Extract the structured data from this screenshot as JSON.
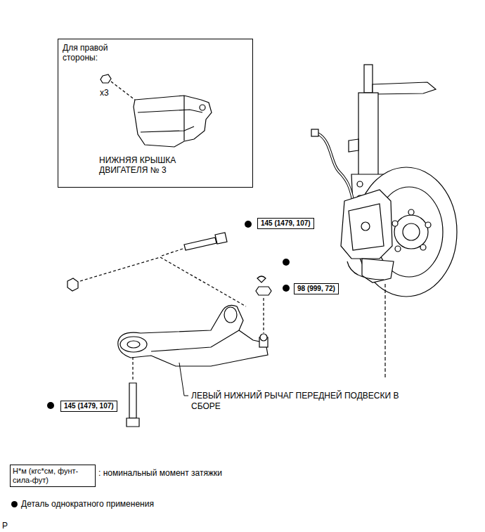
{
  "diagram": {
    "nodes": [
      {
        "text": [
          "Для правой стороны:",
          "x3",
          "НИЖНЯЯ КРЫШКА ДВИГАТЕЛЯ № 3"
        ]
      },
      {
        "text": [
          "145 (1479, 107)"
        ]
      },
      {
        "text": [
          "98 (999, 72)"
        ]
      },
      {
        "text": [
          "145 (1479, 107)"
        ]
      },
      {
        "text": [
          "Н*м (кгс*см, фунт-сила-фут)"
        ]
      }
    ],
    "labels": [
      "ЛЕВЫЙ НИЖНИЙ РЫЧАГ ПЕРЕДНЕЙ ПОДВЕСКИ В СБОРЕ",
      "P"
    ],
    "legend": [
      {
        "text": ": номинальный момент затяжки"
      },
      {
        "text": "Деталь однократного применения",
        "color": "#000000"
      }
    ]
  }
}
